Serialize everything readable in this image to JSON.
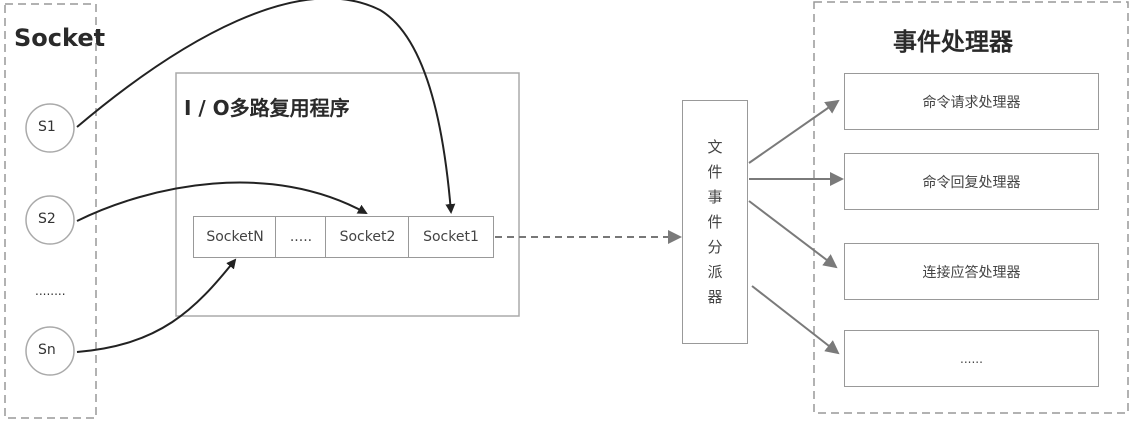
{
  "socket_group": {
    "title": "Socket",
    "items": [
      "S1",
      "S2",
      "Sn"
    ],
    "ellipsis": "........"
  },
  "io_multiplexer": {
    "title": "I / O多路复用程序",
    "queue": [
      "SocketN",
      ".....",
      "Socket2",
      "Socket1"
    ]
  },
  "dispatcher": {
    "label": [
      "文",
      "件",
      "事",
      "件",
      "分",
      "派",
      "器"
    ]
  },
  "handlers": {
    "title": "事件处理器",
    "items": [
      "命令请求处理器",
      "命令回复处理器",
      "连接应答处理器",
      "......"
    ]
  },
  "colors": {
    "dark_arrow": "#222222",
    "gray_arrow": "#7a7a7a",
    "border": "#999999"
  }
}
